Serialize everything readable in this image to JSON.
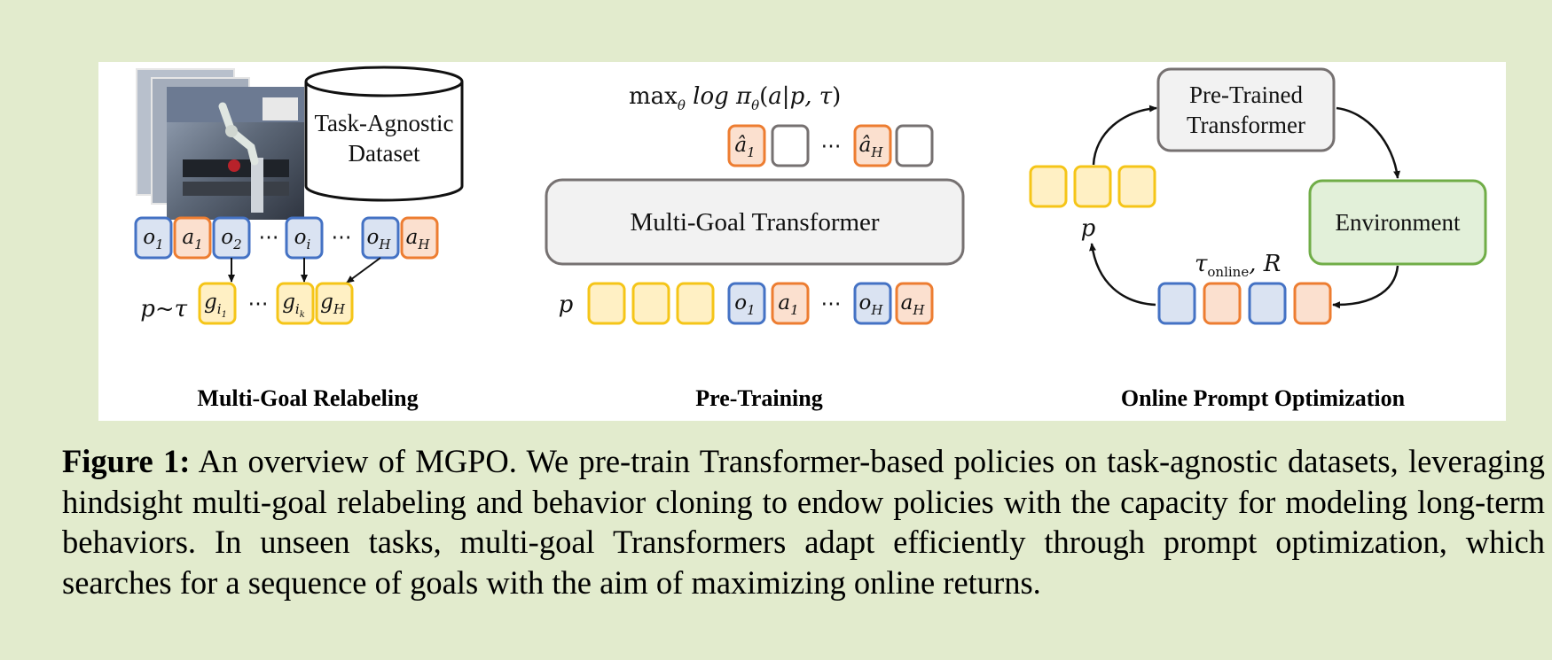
{
  "figure": {
    "dataset_label": [
      "Task-Agnostic",
      "Dataset"
    ],
    "transformer_label": "Multi-Goal Transformer",
    "pretrained_label": [
      "Pre-Trained",
      "Transformer"
    ],
    "environment_label": "Environment",
    "objective": "max",
    "sections": {
      "relabeling": "Multi-Goal Relabeling",
      "pretraining": "Pre-Training",
      "online": "Online Prompt Optimization"
    },
    "symbols": {
      "o1": "o",
      "o1_sub": "1",
      "a1": "a",
      "a1_sub": "1",
      "o2": "o",
      "o2_sub": "2",
      "oi": "o",
      "oi_sub": "i",
      "oH": "o",
      "oH_sub": "H",
      "aH": "a",
      "aH_sub": "H",
      "dots": "⋯",
      "p_tau": "p~τ",
      "p": "p",
      "g": "g",
      "gH_sub": "H",
      "ahat": "â",
      "ahat1_sub": "1",
      "ahatH_sub": "H",
      "tau_online": "τ",
      "online_sub": "online",
      "R": ", R"
    },
    "colors": {
      "obs_fill": "#dae3f2",
      "obs_stroke": "#4472c4",
      "act_fill": "#fbe0cf",
      "act_stroke": "#ed7d31",
      "goal_fill": "#fff0c4",
      "goal_stroke": "#f5c518",
      "env_fill": "#e2f0d9",
      "env_stroke": "#70ad47",
      "box_fill": "#f2f2f2",
      "box_stroke": "#767171"
    }
  },
  "caption": {
    "label": "Figure 1:",
    "text": " An overview of MGPO. We pre-train Transformer-based policies on task-agnostic datasets, leveraging hindsight multi-goal relabeling and behavior cloning to endow policies with the capacity for modeling long-term behaviors. In unseen tasks, multi-goal Transformers adapt efficiently through prompt optimization, which searches for a sequence of goals with the aim of maximizing online returns."
  }
}
